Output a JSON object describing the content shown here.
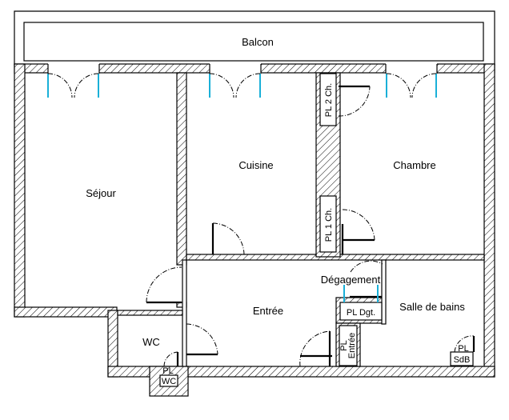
{
  "plan": {
    "rooms": {
      "balcon": "Balcon",
      "sejour": "Séjour",
      "cuisine": "Cuisine",
      "chambre": "Chambre",
      "degagement": "Dégagement",
      "entree": "Entrée",
      "salle_de_bains": "Salle de bains",
      "wc": "WC"
    },
    "closets": {
      "pl_2_ch": "PL 2 Ch.",
      "pl_1_ch": "PL 1 Ch.",
      "pl_dgt": "PL Dgt.",
      "pl_entree_1": "PL",
      "pl_entree_2": "Entrée",
      "pl_sdb_1": "PL",
      "pl_sdb_2": "SdB",
      "pl_wc_1": "PL",
      "pl_wc_2": "WC"
    },
    "colors": {
      "wall_line": "#000000",
      "window": "#1ab0d8"
    }
  }
}
